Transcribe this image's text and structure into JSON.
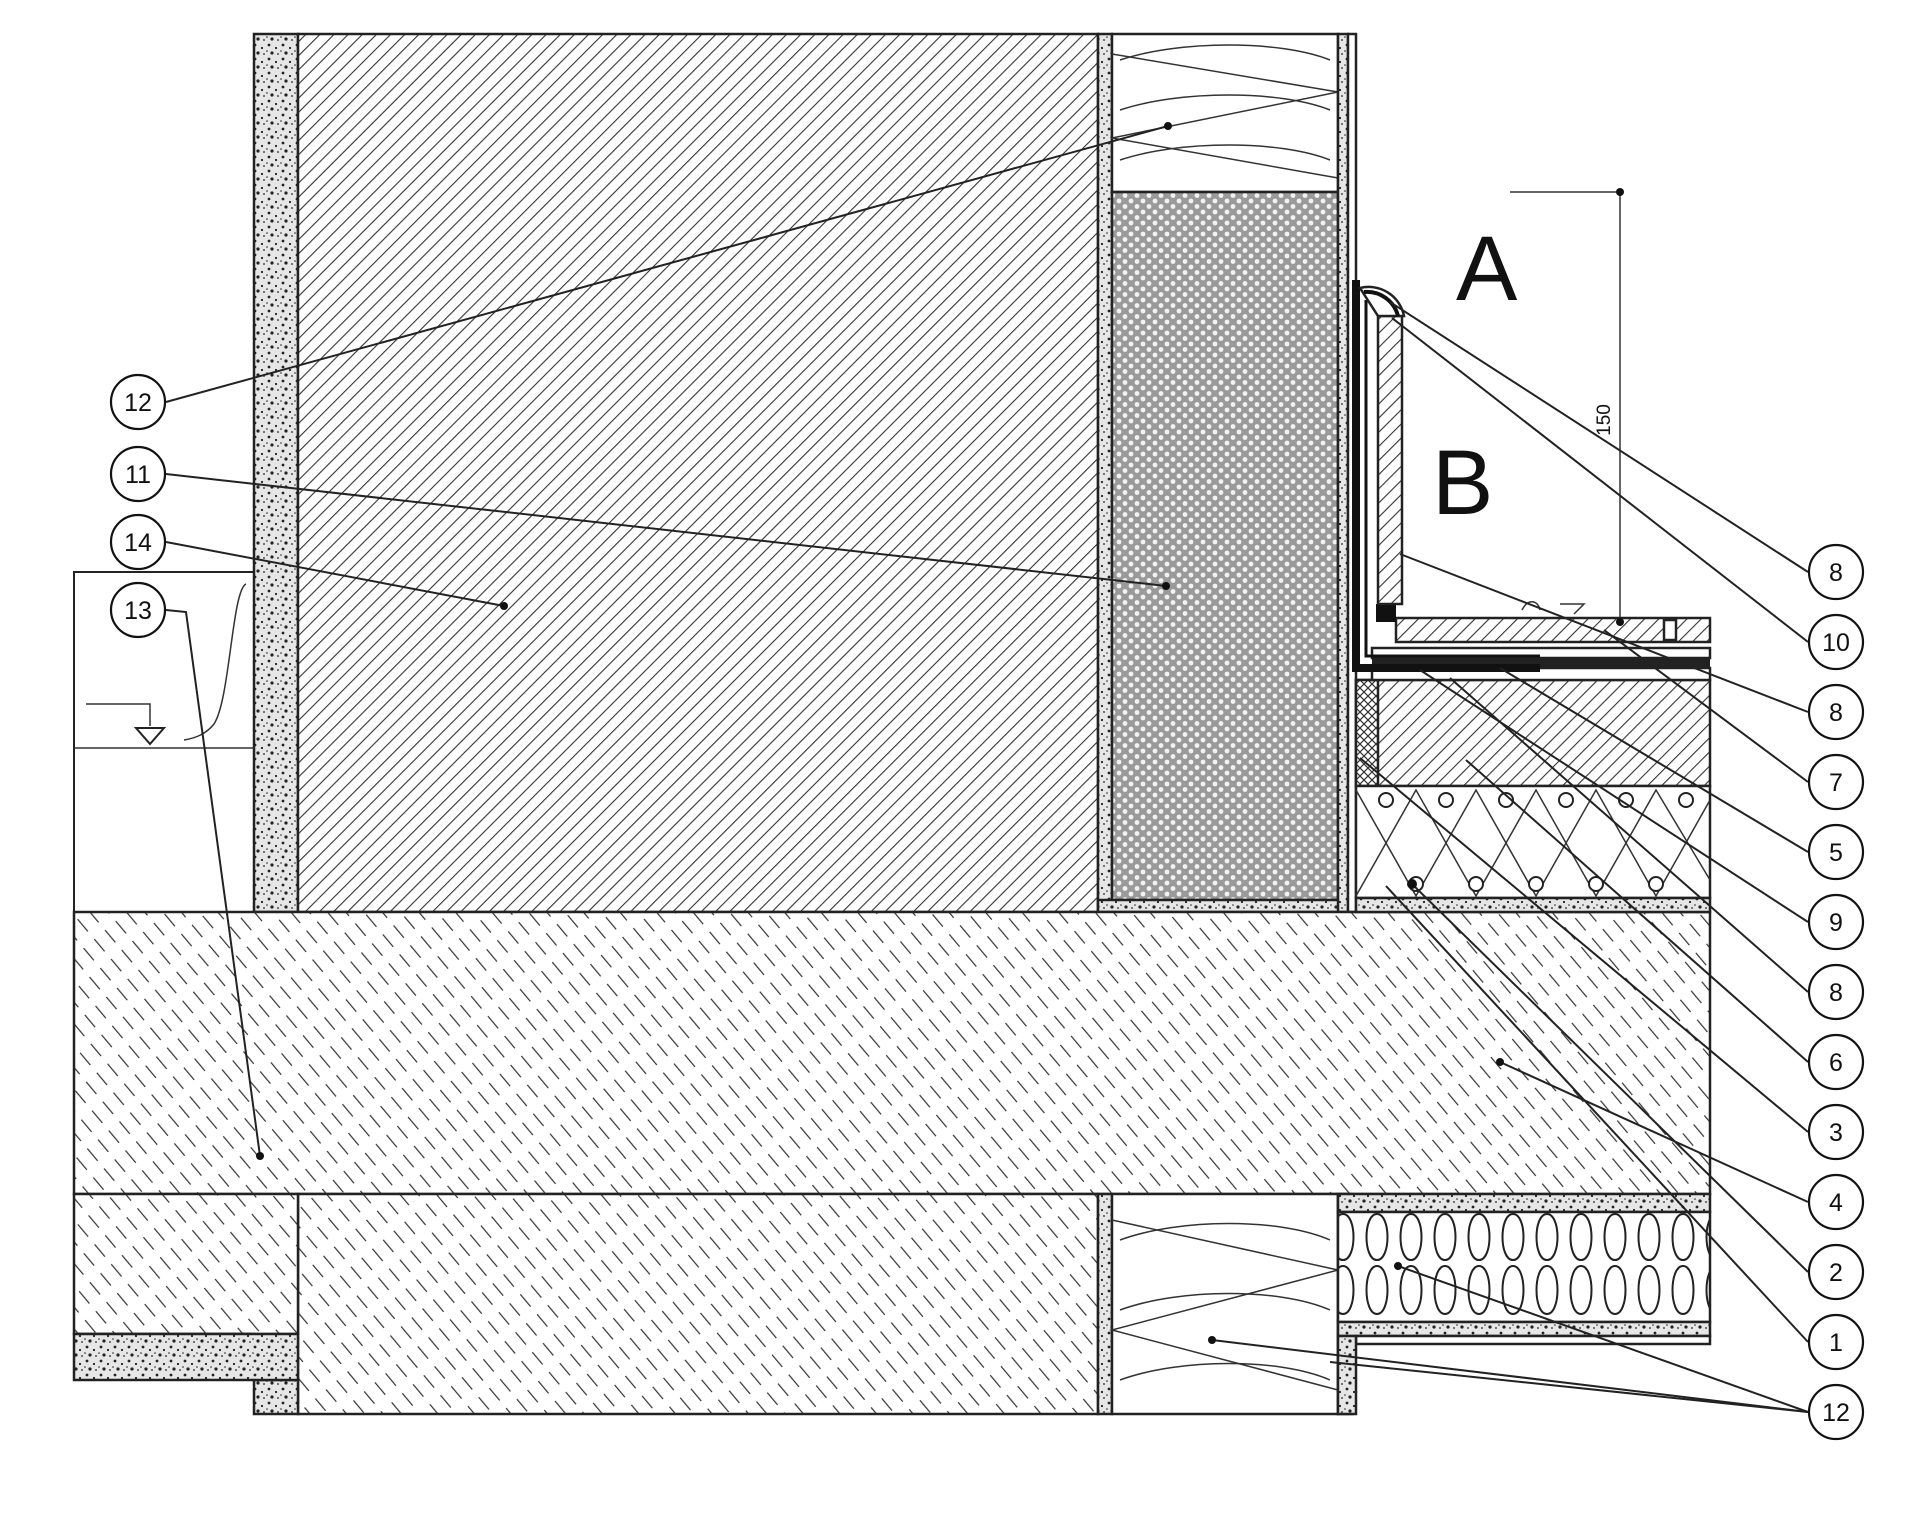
{
  "zones": {
    "a": "A",
    "b": "B"
  },
  "dimension": {
    "height_label": "150"
  },
  "callouts": {
    "c12_top": "12",
    "c11": "11",
    "c14": "14",
    "c13": "13",
    "r8_a": "8",
    "r10": "10",
    "r8_b": "8",
    "r7": "7",
    "r5": "5",
    "r9": "9",
    "r8_c": "8",
    "r6": "6",
    "r3": "3",
    "r4": "4",
    "r2": "2",
    "r1": "1",
    "r12_bottom": "12"
  }
}
